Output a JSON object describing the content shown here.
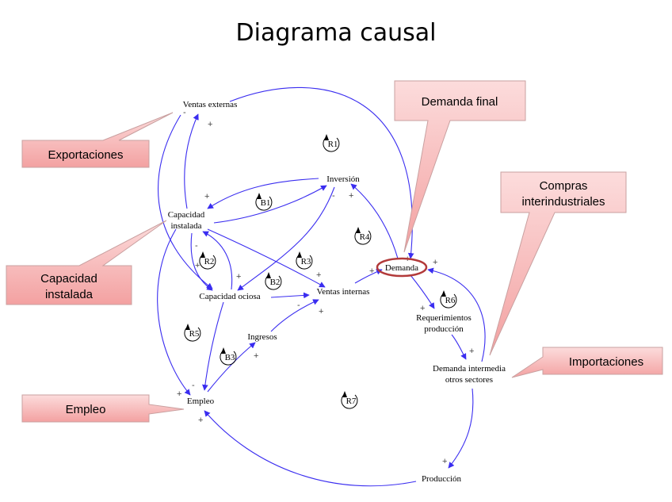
{
  "title": "Diagrama causal",
  "nodes": {
    "ventas_externas": "Ventas externas",
    "inversion": "Inversión",
    "capacidad_instalada": [
      "Capacidad",
      "instalada"
    ],
    "capacidad_ociosa": "Capacidad ociosa",
    "ventas_internas": "Ventas internas",
    "demanda": "Demanda",
    "requerimientos_produccion": [
      "Requerimientos",
      "producción"
    ],
    "demanda_intermedia": [
      "Demanda intermedia",
      "otros sectores"
    ],
    "ingresos": "Ingresos",
    "empleo": "Empleo",
    "produccion": "Producción"
  },
  "loops": [
    "R1",
    "B1",
    "R4",
    "R2",
    "R3",
    "B2",
    "R6",
    "R5",
    "B3",
    "R7"
  ],
  "callouts": {
    "demanda_final": [
      "Demanda final"
    ],
    "exportaciones": [
      "Exportaciones"
    ],
    "compras_interindustriales": [
      "Compras",
      "interindustriales"
    ],
    "capacidad_instalada": [
      "Capacidad",
      "instalada"
    ],
    "importaciones": [
      "Importaciones"
    ],
    "empleo": [
      "Empleo"
    ]
  },
  "colors": {
    "arrow": "#3a2df0",
    "callout_fill_top": "#fbd6d6",
    "callout_fill_bottom": "#f4a3a3",
    "callout_stroke": "#c9a0a0",
    "highlight": "#b23a3a"
  }
}
